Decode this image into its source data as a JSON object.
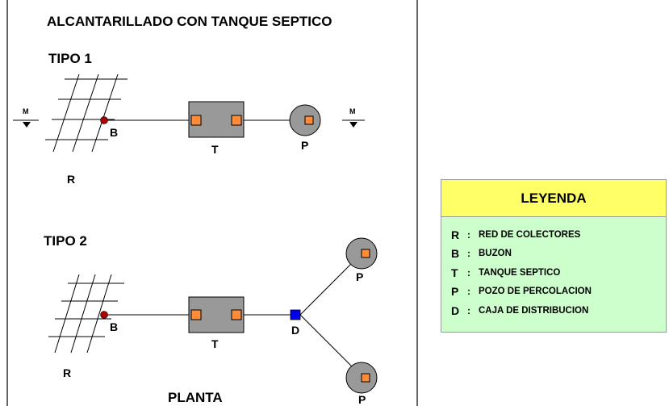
{
  "title": "ALCANTARILLADO CON TANQUE SEPTICO",
  "tipo1": {
    "heading": "TIPO 1",
    "labels": {
      "R": "R",
      "B": "B",
      "T": "T",
      "P": "P",
      "M_left": "M",
      "M_right": "M"
    }
  },
  "tipo2": {
    "heading": "TIPO 2",
    "labels": {
      "R": "R",
      "B": "B",
      "T": "T",
      "D": "D",
      "P_top": "P",
      "P_bottom": "P"
    }
  },
  "footer": "PLANTA",
  "legend": {
    "title": "LEYENDA",
    "items": [
      {
        "key": "R",
        "sep": ":",
        "text": "RED DE COLECTORES"
      },
      {
        "key": "B",
        "sep": ":",
        "text": "BUZON"
      },
      {
        "key": "T",
        "sep": ":",
        "text": "TANQUE SEPTICO"
      },
      {
        "key": "P",
        "sep": ":",
        "text": "POZO DE PERCOLACION"
      },
      {
        "key": "D",
        "sep": ":",
        "text": "CAJA DE DISTRIBUCION"
      }
    ]
  },
  "colors": {
    "tank": "#999999",
    "port": "#ff8c3a",
    "buzon": "#aa0000",
    "caja": "#0000ee",
    "legend_head": "#ffff66",
    "legend_body": "#ccffcc"
  }
}
